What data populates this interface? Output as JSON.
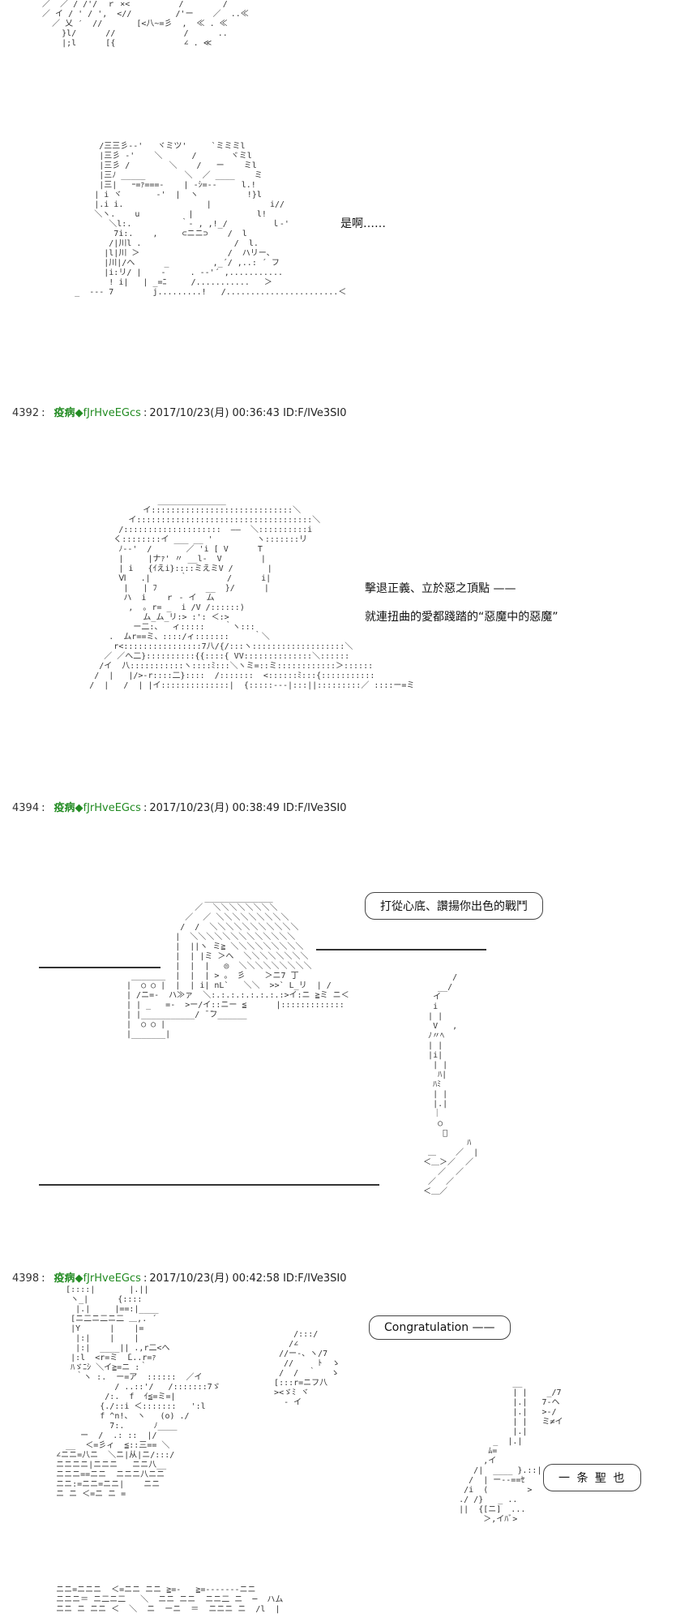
{
  "posts": [
    {
      "number": "4392",
      "name": "疫病",
      "trip": "◆fJrHveEGcs",
      "date": "2017/10/23(月) 00:36:43",
      "id": "ID:F/IVe3SI0"
    },
    {
      "number": "4394",
      "name": "疫病",
      "trip": "◆fJrHveEGcs",
      "date": "2017/10/23(月) 00:38:49",
      "id": "ID:F/IVe3SI0"
    },
    {
      "number": "4398",
      "name": "疫病",
      "trip": "◆fJrHveEGcs",
      "date": "2017/10/23(月) 00:42:58",
      "id": "ID:F/IVe3SI0"
    }
  ],
  "dialogue": {
    "line1": "是啊……",
    "line2": "擊退正義、立於惡之頂點 ——",
    "line3": "就連扭曲的愛都踐踏的“惡魔中的惡魔”",
    "bubble1": "打從心底、讚揚你出色的戰鬥",
    "bubble2": "Congratulation ——",
    "bubble3": "一 条  聖 也"
  },
  "aa": {
    "top": "  ／  ／ / /'/  ｒ ×<          /        /\n  ／ イ / ' / ',  <//         /'ー    ／  ..≪\n    ／ 乂 ′  //       [<八~=彡  ,  ≪ . ≪\n      }l/      //              /      ..\n      |;l      [{              ∠ . ≪",
    "face1": "            /三三彡-‐'   ヾミツ'     `ミミミl\n            |三彡 -'    ＼      /       ヾミl\n            |三彡 /        ＼    /   ー    ミl\n            |三ﾉ _____        ＼  ／ ____    ミ\n            |三|   ｰ=ｧ===‐    | -ｼ=‐-     l.!\n           | i ヾ       ‐'  |  ヽ          !}l\n           |.i i.                 |            i//\n           ＼ヽ.    u          |             l!\n              ＼l:.          ｀- , ,!_/         ｌ-'\n               7i:.    ,     ⊂ニニ⊃    /  l\n              /|川l .                   /  l.\n             |l|川 ＞                  /  ハリー、\n             |川|/へ      _         ,_´/ ,..: ´ フ\n             |i:リ/ |    ‐     . -‐'´ ,...........\n              ! i|   | _=ﾆ     /...........   ＞\n       _  -‐‐ 7        j.........!   /.......................＜",
    "face2": "                        ______________\n                     イ:::::::::::::::::::::::::::::＼\n                  イ::::::::::::::::::::::::::::::::::::＼\n                /::::::::::::::::::::  ――  ＼::::::::::i\n               く::::::::イ ___ __ '         ヽ:::::::リ\n                ﾉ-‐'  /       ／ 'i [ V      T\n                |     |ナｧ' 〃 __l-  V        |\n                | i   {ｲえi}::::ミえミV /       |\n                Ⅵ   .|      ｀        /      i|\n                 |   | ﾌ          __  }/      |\n                 ハ  i    ｒ ‐ イ  ム\n                  ,  ｡ r= _  i /V /::::::)\n                     ム_ム_リ:> :': ＜:>\n                   ー二:、  ィ:::::    ｀ヽ:::\n              .  ムr==ミ、::::/ィ:::::::     ｀＼\n               r<::::::::::::::::7八/{/:::ヽ:::::::::::::::::::＼\n             ／ ／へ二}::::::::::{{::::{ VV::::::::::::::＼::::::\n            /イ  八:::::::::::ヽ::::ﾐ:::＼ヽミ=::ミ::::::::::::＞::::::\n           /  |   |/>-r::::二}::::  /:::::::  <::::::ﾐ:::{:::::::::::\n          /  |   /  | |イ::::::::::::::|  {:::::---|:::||:::::::::／ ::::ー=ミ",
    "arm": "                 ______________\n               ／  ＼＼＼＼＼＼＼＼\n             ／  ／ ＼＼＼＼＼＼＼＼＼\n            /  /  ＼＼＼＼＼＼＼＼＼＼＼\n           |  ＼＼＼＼＼＼＼＼＼＼＼＼＼\n           |  ||ヽ ミ≧ ＼＼＼＼＼＼＼＼＼\n           |  | |ミ ＞へ  ＼＼＼＼＼＼＼＼\n           |  |  |   ◎  ＼＼＼＼＼＼＼＼＼\n  _______  |  |  | > 。 彡    ＞ニ7 丁\n |  ○ ○ |  |  | i| nL`   ＼＼  >>` L_リ  | /\n | /ニ=-  ハ≫ァ  ＼:.:.:.:.:.:.:.:>イ:ニ ≧ミ ニ＜\n | | _   =-  >ー/イ::ニー ≦      |:::::::::::::\n | |___________/ ̄ ̄フ______\n |  ○ ○ |\n |_______|",
    "knife": "        /\n     __/\n    イ\n    i\n   | |\n    V   ,\n   ﾉ〃ﾍ\n   | |\n   |i|\n    | |\n     ﾊ|\n    ﾊﾐ\n    | |\n    |.|\n    ｜\n     ○\n      ﾟ\n           ﾊ\n   ＿    ／  |\n  ＜＿＞／  ／\n     ／  ／\n   ／  ／\n  ＜＿／",
    "bottom_left": "      [::::|       |.||\n       ヽ_|      {::::\n        |.|     |==:|____\n       [ニ二ニ二ニ二 ＿,. ´\n       |Y      |    |=\n        |:|    |    |\n        |:|  ____|| .,r二<へ\n       |:l  <r=ミ  ̄L..r=ｧ\n       ﾊゞﾆｼ ＼イ≧=ニ :｀\n        ｀ヽ :.  ー=ア  ::::::  ／イ\n                / ..::'/   /:::::::7ゞ\n              /:.  f  ｲ≦=ミ=|\n             {./::i ＜:::::::   ':l\n             f ^n!、 ヽ   (o) ./\n               7:.      ﾉ____\n         ー  /  .: ::  |/\n      __  ＜=彡ィ  ≦::三== ＼\n    ∠ニニ=八ニ  ＼ニ|从|ニ/:::/\n    ニニニニ|ニニニ   ニニ八__\n    ニニニ==ニニ  ニニニ八ニニ\n    ニニ:=ニニ=ニニ|    ニニ\n    ニ ニ ＜=ニ ニ =",
    "bottom_mid": "       /:::/\n      /∠\n    //ー-、ヽ/7\n     //     ﾄ  ゝ\n    /  /  ｀   ゝ\n   [:::r=ニフ八\n   ><ゞﾐ ヾ\n     ‐ イ",
    "bottom_right": "                 __\n                 | |    _/7\n                 |.|   7-ヘ\n                 |.|   >-/\n                 | |   ミ≠イ\n                 |.|\n             _  |.|\n            ﾑ=\n           ,イ\n         /|  ____ }.::|\n        /  | ー--==ｾ\n       /i  (        >\n      ./ /}   _ ..\n      ||  {[ニ]  ...\n           ＞,イﾊﾞ>",
    "stairs_bottom": "    ニニ=ニニニ  ＜=ニニ ニニ ≧=-   ≧=‐‐‐‐‐‐‐ニニ\n    ニニニ＝ ニ二ニ二   ＼  ニニ ニニ  ニニ二 ニ  ─  ハム\n    ニニ ニ ニニ ＜  ＼  ニ  ーニ  ＝  ニニニ ニ  /l  |"
  }
}
